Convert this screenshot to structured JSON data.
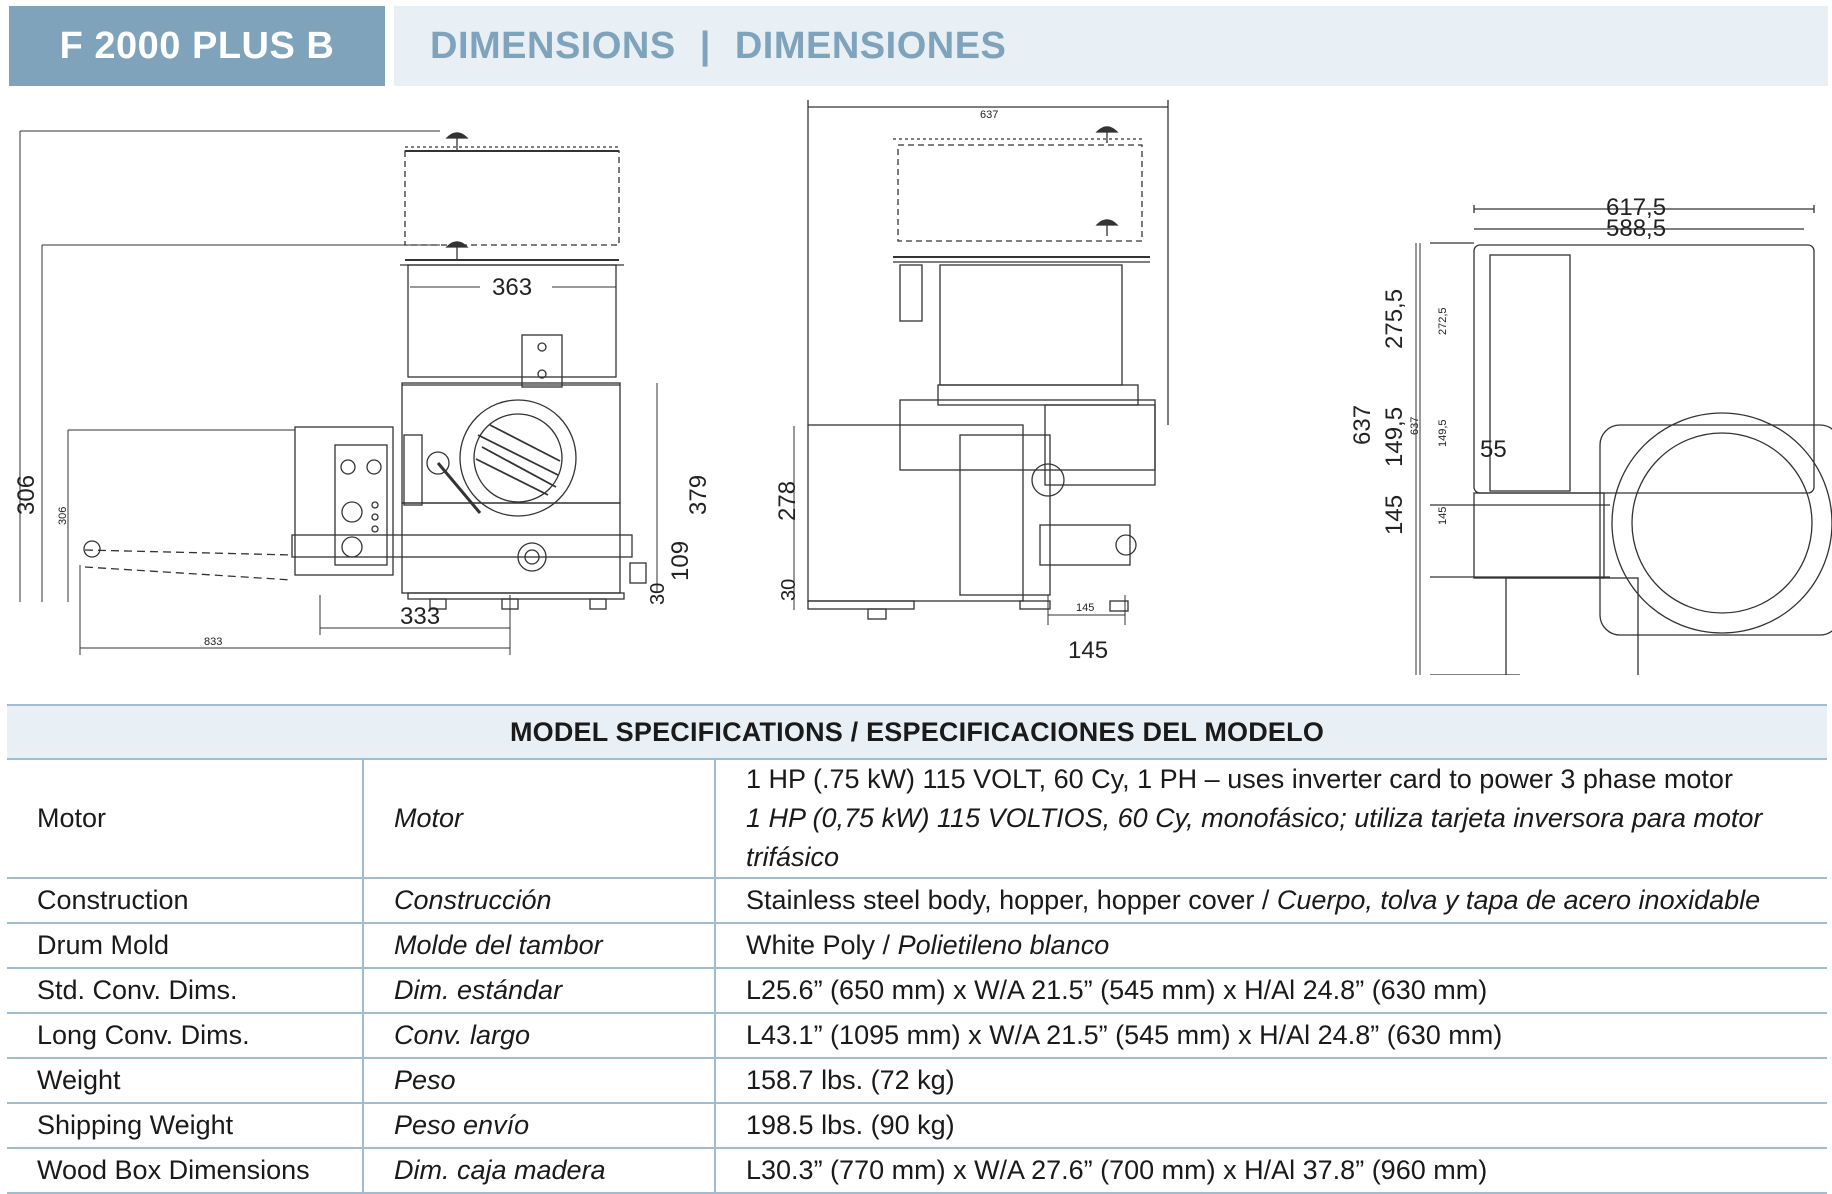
{
  "header": {
    "model": "F 2000 PLUS B",
    "title_en": "DIMENSIONS",
    "separator": "|",
    "title_es": "DIMENSIONES"
  },
  "drawing": {
    "front": {
      "overall_height": "306",
      "overall_height_small": "306",
      "hopper_width": "363",
      "body_height": "379",
      "conveyor_height": "109",
      "foot_height": "30",
      "base_width": "333",
      "total_length": "833"
    },
    "side": {
      "top_width": "637",
      "body_height": "278",
      "foot_height": "30",
      "offset_small": "145",
      "offset_large": "145"
    },
    "top": {
      "width_outer": "617,5",
      "width_inner": "588,5",
      "total_depth": "637",
      "total_depth_small": "637",
      "upper_section": "275,5",
      "upper_section_small": "272,5",
      "middle_section": "149,5",
      "middle_section_small": "149,5",
      "lower_section": "145",
      "lower_section_small": "145",
      "gap": "55"
    }
  },
  "specs": {
    "title": "MODEL SPECIFICATIONS / ESPECIFICACIONES DEL MODELO",
    "rows": [
      {
        "label_en": "Motor",
        "label_es": "Motor",
        "value": "1 HP (.75 kW) 115 VOLT, 60 Cy, 1 PH – uses inverter card to power 3 phase motor",
        "value_es": "1 HP (0,75 kW) 115 VOLTIOS, 60 Cy, monofásico; utiliza tarjeta inversora para motor trifásico"
      },
      {
        "label_en": "Construction",
        "label_es": "Construcción",
        "value": "Stainless steel body, hopper, hopper cover /",
        "value_es": "Cuerpo, tolva y tapa de acero inoxidable"
      },
      {
        "label_en": "Drum Mold",
        "label_es": "Molde del tambor",
        "value": "White Poly /",
        "value_es": "Polietileno blanco"
      },
      {
        "label_en": "Std. Conv. Dims.",
        "label_es": "Dim. estándar",
        "value": "L25.6” (650 mm) x W/A 21.5” (545 mm) x H/Al 24.8” (630 mm)"
      },
      {
        "label_en": "Long Conv. Dims.",
        "label_es": "Conv. largo",
        "value": "L43.1” (1095 mm) x W/A 21.5” (545 mm) x H/Al 24.8” (630 mm)"
      },
      {
        "label_en": "Weight",
        "label_es": "Peso",
        "value": "158.7 lbs. (72 kg)"
      },
      {
        "label_en": "Shipping Weight",
        "label_es": "Peso envío",
        "value": "198.5 lbs. (90 kg)"
      },
      {
        "label_en": "Wood Box Dimensions",
        "label_es": "Dim. caja madera",
        "value": "L30.3” (770 mm) x W/A 27.6” (700 mm) x H/Al 37.8” (960 mm)"
      }
    ]
  }
}
